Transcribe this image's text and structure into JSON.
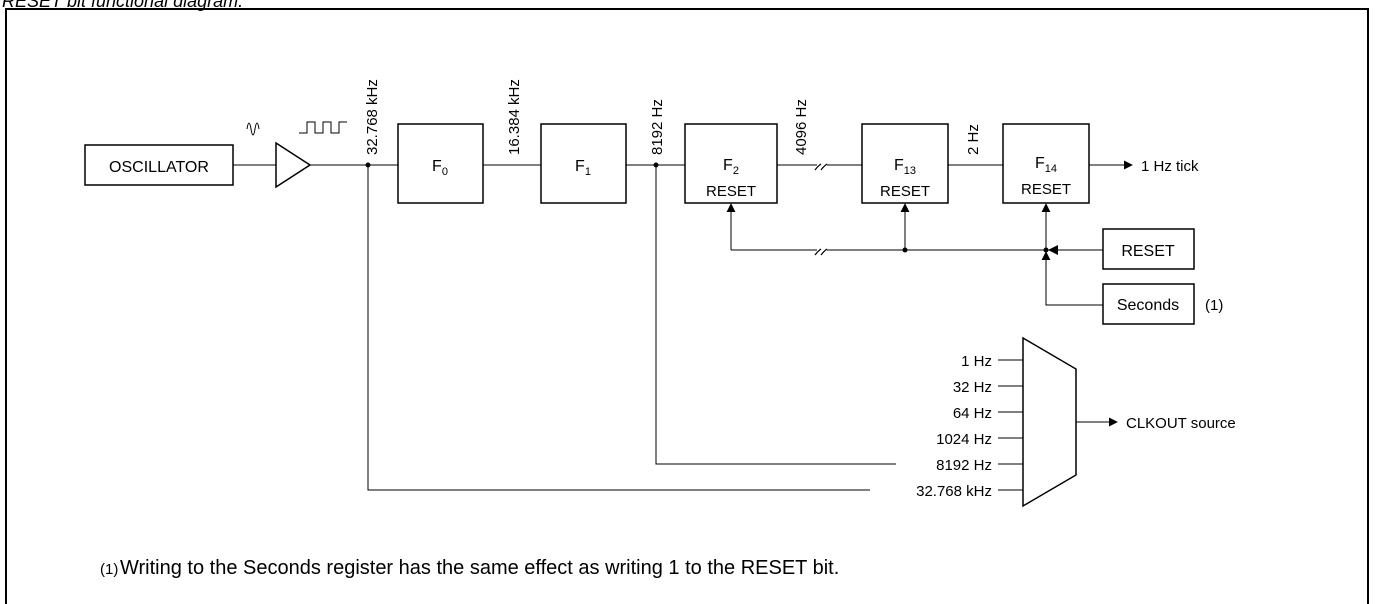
{
  "caption": "RESET bit functional diagram.",
  "blocks": {
    "oscillator": "OSCILLATOR",
    "f0_main": "F",
    "f0_sub": "0",
    "f1_main": "F",
    "f1_sub": "1",
    "f2_main": "F",
    "f2_sub": "2",
    "f13_main": "F",
    "f13_sub": "13",
    "f14_main": "F",
    "f14_sub": "14",
    "reset_label": "RESET",
    "reset_input": "RESET",
    "seconds_input": "Seconds",
    "seconds_note_marker": "(1)"
  },
  "frequencies": {
    "osc_out": "32.768 kHz",
    "f0_out": "16.384 kHz",
    "f1_out": "8192 Hz",
    "f2_out": "4096 Hz",
    "f13_out": "2 Hz"
  },
  "outputs": {
    "tick": "1 Hz tick",
    "clkout": "CLKOUT source"
  },
  "mux_inputs": [
    "1 Hz",
    "32 Hz",
    "64 Hz",
    "1024 Hz",
    "8192 Hz",
    "32.768 kHz"
  ],
  "footnote": {
    "marker": "(1)",
    "text": "Writing to the Seconds register has the same effect as writing 1 to the RESET bit."
  }
}
